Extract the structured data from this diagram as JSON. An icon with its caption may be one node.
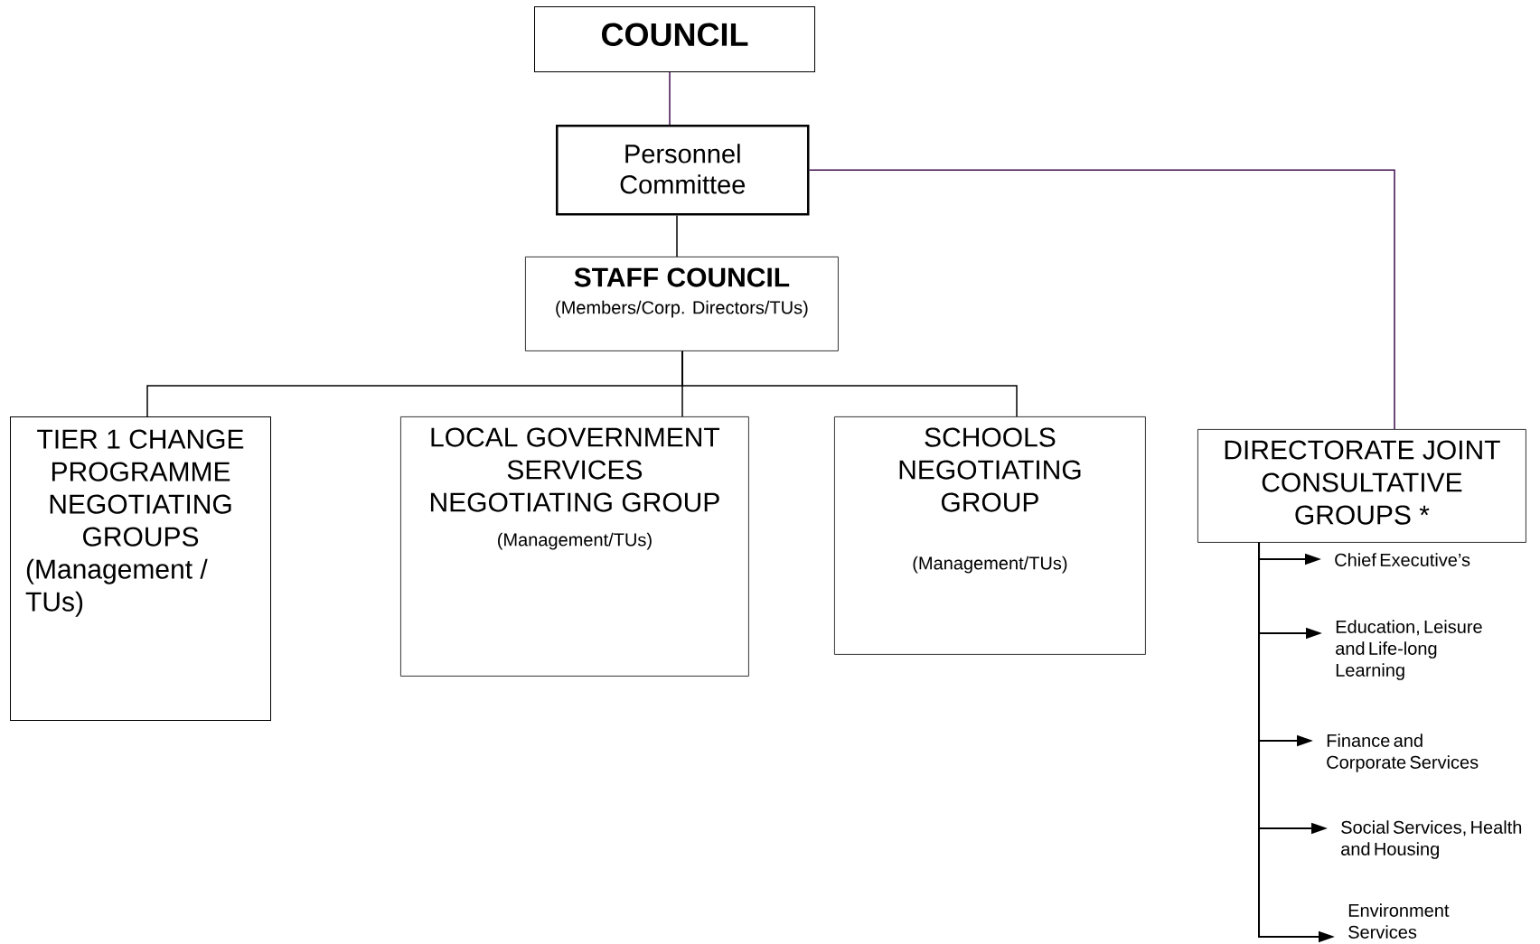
{
  "diagram": {
    "nodes": [
      {
        "text": [
          "COUNCIL"
        ]
      },
      {
        "text": [
          "Personnel Committee"
        ]
      },
      {
        "text": [
          "STAFF COUNCIL",
          "(Members/Corp. Directors/TUs)"
        ]
      },
      {
        "text": [
          "TIER 1 CHANGE PROGRAMME NEGOTIATING GROUPS",
          "(Management / TUs)"
        ]
      },
      {
        "text": [
          "LOCAL GOVERNMENT SERVICES NEGOTIATING GROUP",
          "(Management/TUs)"
        ]
      },
      {
        "text": [
          "SCHOOLS NEGOTIATING GROUP",
          "(Management/TUs)"
        ]
      },
      {
        "text": [
          "DIRECTORATE JOINT CONSULTATIVE GROUPS *"
        ]
      },
      {
        "text": [
          "Chief Executive’s"
        ]
      },
      {
        "text": [
          "Education, Leisure and Life-long Learning"
        ]
      },
      {
        "text": [
          "Finance and Corporate Services"
        ]
      },
      {
        "text": [
          "Social Services, Health and Housing"
        ]
      },
      {
        "text": [
          "Environment Services"
        ]
      }
    ],
    "edges": [
      {
        "from": 0,
        "to": 1,
        "arrow": "none",
        "color": "#3f0f4f"
      },
      {
        "from": 1,
        "to": 2,
        "arrow": "none"
      },
      {
        "from": 1,
        "to": 6,
        "arrow": "none",
        "color": "#3f0f4f"
      },
      {
        "from": 2,
        "to": 3,
        "arrow": "none"
      },
      {
        "from": 2,
        "to": 4,
        "arrow": "none"
      },
      {
        "from": 2,
        "to": 5,
        "arrow": "none"
      },
      {
        "from": 6,
        "to": 7,
        "arrow": "to"
      },
      {
        "from": 6,
        "to": 8,
        "arrow": "to"
      },
      {
        "from": 6,
        "to": 9,
        "arrow": "to"
      },
      {
        "from": 6,
        "to": 10,
        "arrow": "to"
      },
      {
        "from": 6,
        "to": 11,
        "arrow": "to"
      }
    ]
  }
}
